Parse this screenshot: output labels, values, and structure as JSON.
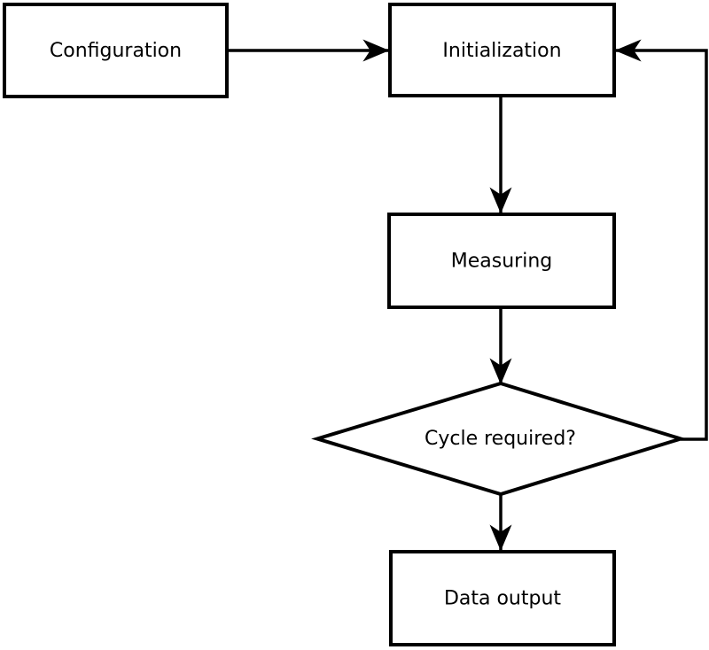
{
  "diagram": {
    "type": "flowchart",
    "colors": {
      "background": "#ffffff",
      "stroke": "#000000",
      "node_fill": "#ffffff",
      "text": "#000000"
    },
    "nodes": {
      "configuration": {
        "label": "Configuration",
        "shape": "rectangle"
      },
      "initialization": {
        "label": "Initialization",
        "shape": "rectangle"
      },
      "measuring": {
        "label": "Measuring",
        "shape": "rectangle"
      },
      "cycle_decision": {
        "label": "Cycle required?",
        "shape": "diamond"
      },
      "data_output": {
        "label": "Data output",
        "shape": "rectangle"
      }
    },
    "edges": [
      {
        "from": "configuration",
        "to": "initialization",
        "style": "arrow"
      },
      {
        "from": "initialization",
        "to": "measuring",
        "style": "arrow"
      },
      {
        "from": "measuring",
        "to": "cycle_decision",
        "style": "arrow"
      },
      {
        "from": "cycle_decision",
        "to": "data_output",
        "style": "arrow"
      },
      {
        "from": "cycle_decision",
        "to": "initialization",
        "style": "arrow",
        "note": "feedback loop on right side"
      }
    ]
  }
}
